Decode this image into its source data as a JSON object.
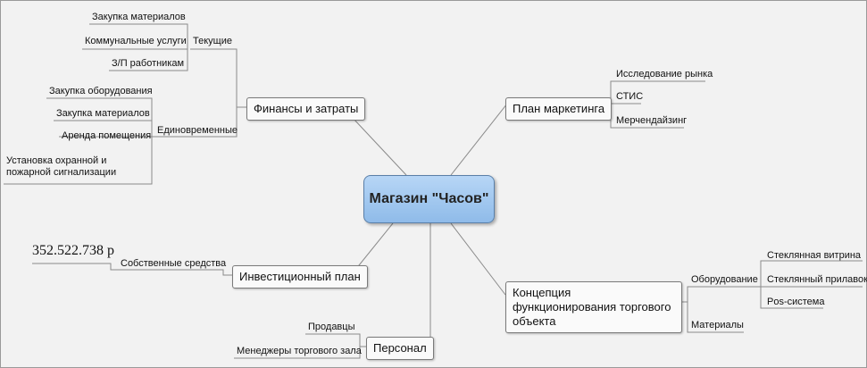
{
  "center": "Магазин \"Часов\"",
  "branches": {
    "finance": {
      "label": "Финансы и затраты",
      "current": {
        "label": "Текущие",
        "items": [
          "Закупка материалов",
          "Коммунальные услуги",
          "З/П работникам"
        ]
      },
      "onetime": {
        "label": "Единовременные",
        "items": [
          "Закупка оборудования",
          "Закупка материалов",
          "Аренда помещения",
          "Установка охранной и пожарной сигнализации"
        ]
      }
    },
    "marketing": {
      "label": "План маркетинга",
      "items": [
        "Исследование рынка",
        "СТИС",
        "Мерчендайзинг"
      ]
    },
    "investment": {
      "label": "Инвестиционный план",
      "own": "Собственные средства",
      "amount": "352.522.738 р"
    },
    "staff": {
      "label": "Персонал",
      "items": [
        "Продавцы",
        "Менеджеры торгового зала"
      ]
    },
    "concept": {
      "label": "Концепция функционирования торгового объекта",
      "equipment": {
        "label": "Оборудование",
        "items": [
          "Стеклянная витрина",
          "Стеклянный прилавок",
          "Pos-система"
        ]
      },
      "materials": "Материалы"
    }
  }
}
